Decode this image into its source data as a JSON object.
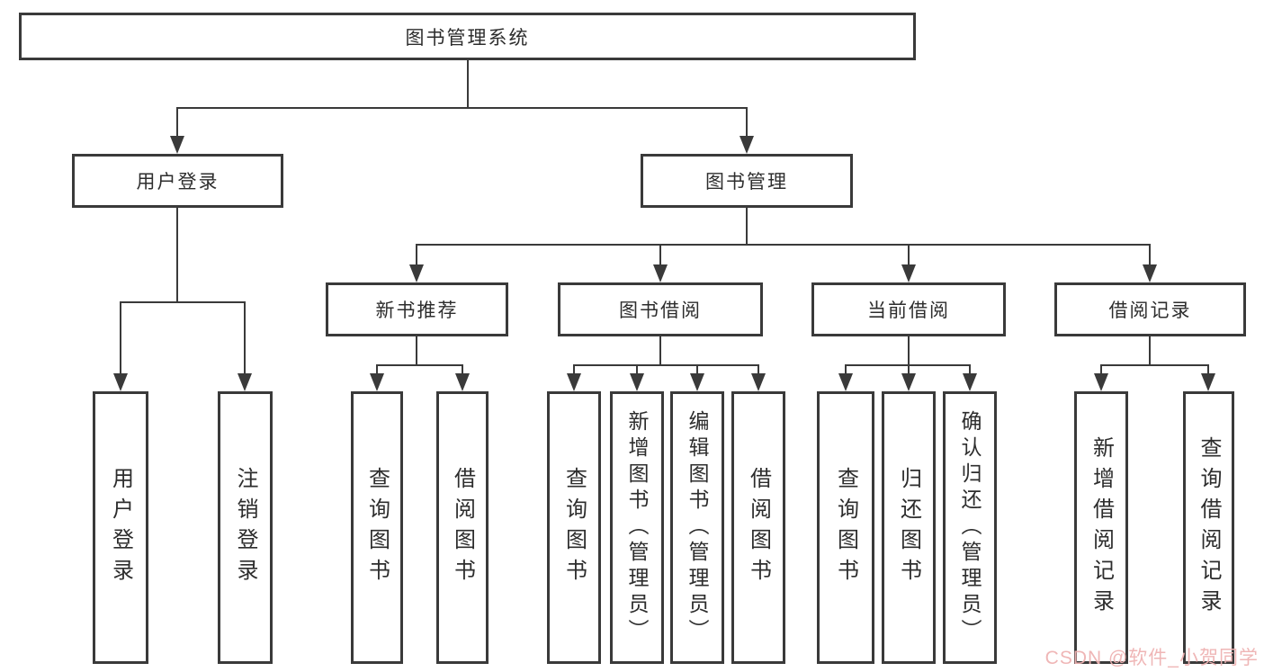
{
  "diagram": {
    "root": {
      "label": "图书管理系统"
    },
    "level2": [
      {
        "label": "用户登录"
      },
      {
        "label": "图书管理"
      }
    ],
    "level3": [
      {
        "label": "新书推荐"
      },
      {
        "label": "图书借阅"
      },
      {
        "label": "当前借阅"
      },
      {
        "label": "借阅记录"
      }
    ],
    "leaves": {
      "user_login": [
        {
          "label": "用户登录"
        },
        {
          "label": "注销登录"
        }
      ],
      "new_book_recommend": [
        {
          "label": "查询图书"
        },
        {
          "label": "借阅图书"
        }
      ],
      "book_borrow": [
        {
          "label": "查询图书"
        },
        {
          "label": "新增图书（管理员）"
        },
        {
          "label": "编辑图书（管理员）"
        },
        {
          "label": "借阅图书"
        }
      ],
      "current_borrow": [
        {
          "label": "查询图书"
        },
        {
          "label": "归还图书"
        },
        {
          "label": "确认归还（管理员）"
        }
      ],
      "borrow_records": [
        {
          "label": "新增借阅记录"
        },
        {
          "label": "查询借阅记录"
        }
      ]
    }
  },
  "watermark": {
    "text": "CSDN @软件_小贺同学",
    "color": "#efb3b3"
  },
  "colors": {
    "line": "#3a3a3a",
    "text": "#2d2d2d",
    "background": "#ffffff"
  }
}
